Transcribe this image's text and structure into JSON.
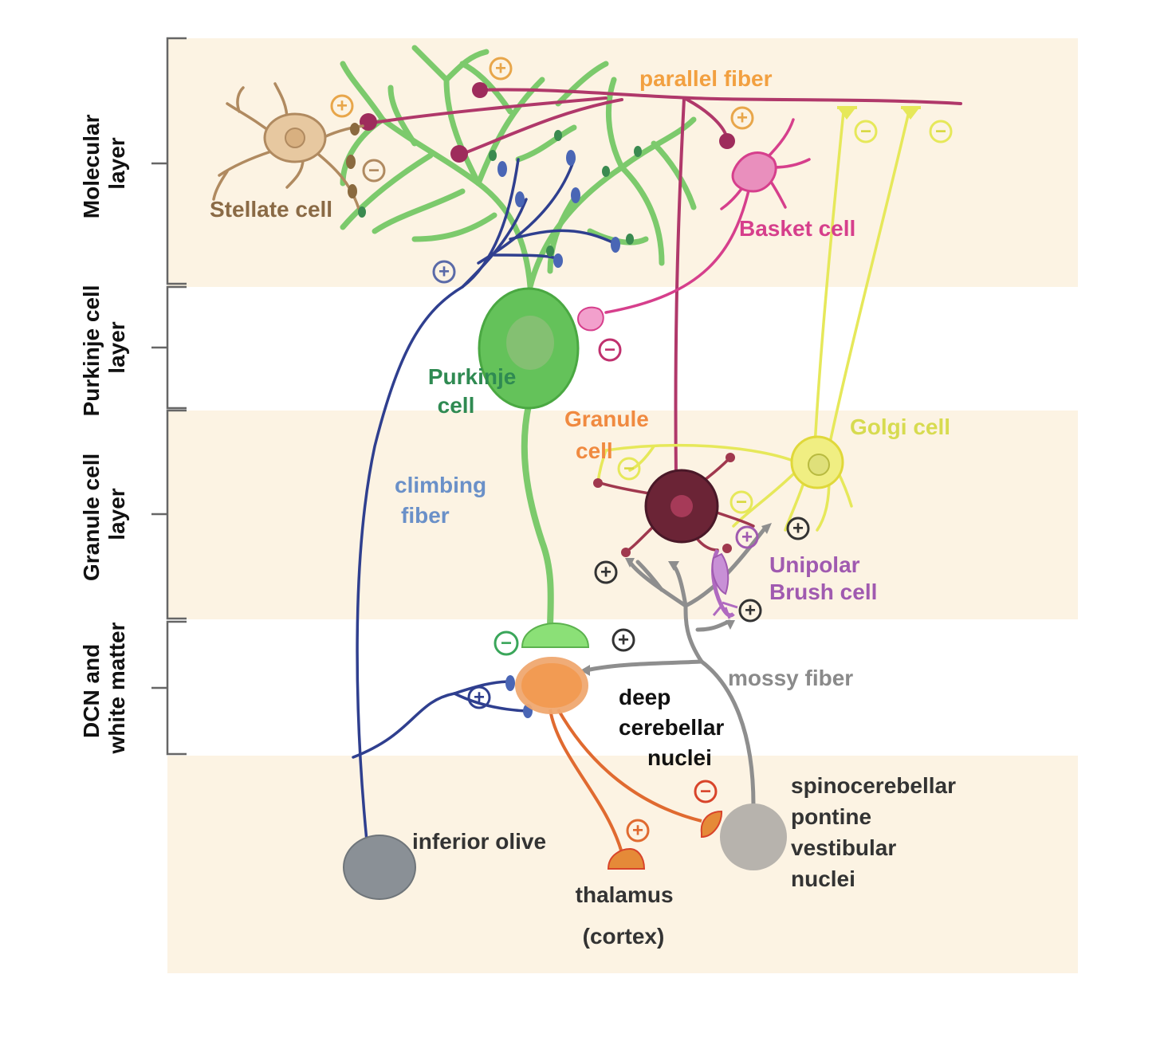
{
  "layers": [
    {
      "lines": [
        "Molecular",
        "layer"
      ]
    },
    {
      "lines": [
        "Purkinje cell",
        "layer"
      ]
    },
    {
      "lines": [
        "Granule cell",
        "layer"
      ]
    },
    {
      "lines": [
        "DCN and",
        "white matter"
      ]
    }
  ],
  "labels": {
    "parallel_fiber": "parallel fiber",
    "stellate_cell": "Stellate cell",
    "basket_cell": "Basket cell",
    "purkinje_cell": [
      "Purkinje",
      "cell"
    ],
    "granule_cell": [
      "Granule",
      "cell"
    ],
    "golgi_cell": "Golgi cell",
    "climbing_fiber": [
      "climbing",
      "fiber"
    ],
    "unipolar_brush_cell": [
      "Unipolar",
      "Brush cell"
    ],
    "mossy_fiber": "mossy fiber",
    "deep_cerebellar_nuclei": [
      "deep",
      "cerebellar",
      "nuclei"
    ],
    "spinocerebellar": [
      "spinocerebellar",
      "pontine",
      "vestibular",
      "nuclei"
    ],
    "inferior_olive": "inferior olive",
    "thalamus": [
      "thalamus",
      "(cortex)"
    ]
  },
  "signs": {
    "plus": "+",
    "minus": "−"
  },
  "colors": {
    "band": "#fcf3e3",
    "parallel_fiber": "#b0386a",
    "stellate": "#a07a50",
    "basket": "#d63f8c",
    "purkinje": "#6cc463",
    "granule": "#6b2436",
    "golgi": "#e6e85a",
    "climbing": "#2f3f8f",
    "mossy": "#8e8e8e",
    "ubc": "#a05ab0",
    "dcn": "#f2964a",
    "efferent": "#e06a30",
    "olive": "#8a9096"
  }
}
